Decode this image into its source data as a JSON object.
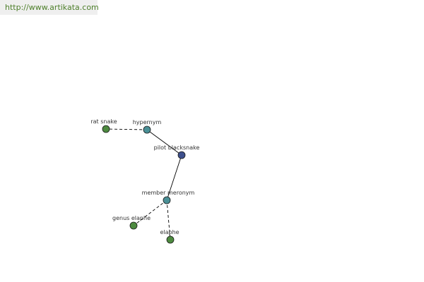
{
  "url": "http://www.artikata.com",
  "colors": {
    "url_text": "#4d7f2a",
    "banner_bg": "#efefef",
    "center_node": "#3d4f8c",
    "relation_node": "#4a9096",
    "leaf_node": "#4d8a3f",
    "edge": "#000000"
  },
  "nodes": [
    {
      "id": "pilot-blacksnake",
      "label": "pilot blacksnake",
      "kind": "center"
    },
    {
      "id": "hypernym",
      "label": "hypernym",
      "kind": "relation"
    },
    {
      "id": "member-meronym",
      "label": "member meronym",
      "kind": "relation"
    },
    {
      "id": "rat-snake",
      "label": "rat snake",
      "kind": "leaf"
    },
    {
      "id": "genus-elaphe",
      "label": "genus elaphe",
      "kind": "leaf"
    },
    {
      "id": "elaphe",
      "label": "elaphe",
      "kind": "leaf"
    }
  ],
  "edges": [
    {
      "from": "pilot-blacksnake",
      "to": "hypernym",
      "style": "solid"
    },
    {
      "from": "pilot-blacksnake",
      "to": "member-meronym",
      "style": "solid"
    },
    {
      "from": "hypernym",
      "to": "rat-snake",
      "style": "dashed"
    },
    {
      "from": "member-meronym",
      "to": "genus-elaphe",
      "style": "dashed"
    },
    {
      "from": "member-meronym",
      "to": "elaphe",
      "style": "dashed"
    }
  ]
}
